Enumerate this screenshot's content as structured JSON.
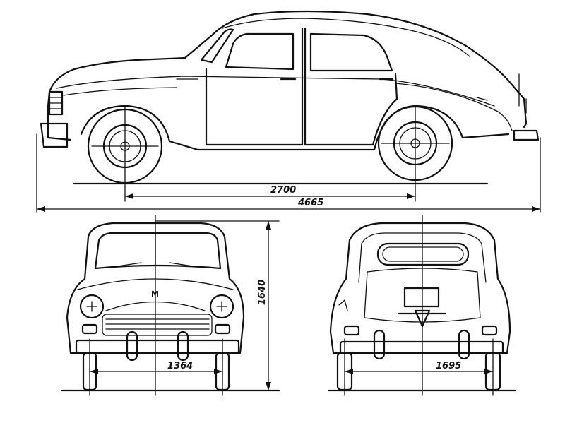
{
  "dimensions": {
    "wheelbase": "2700",
    "overall_length": "4665",
    "height": "1640",
    "front_track": "1364",
    "rear_track": "1695"
  }
}
